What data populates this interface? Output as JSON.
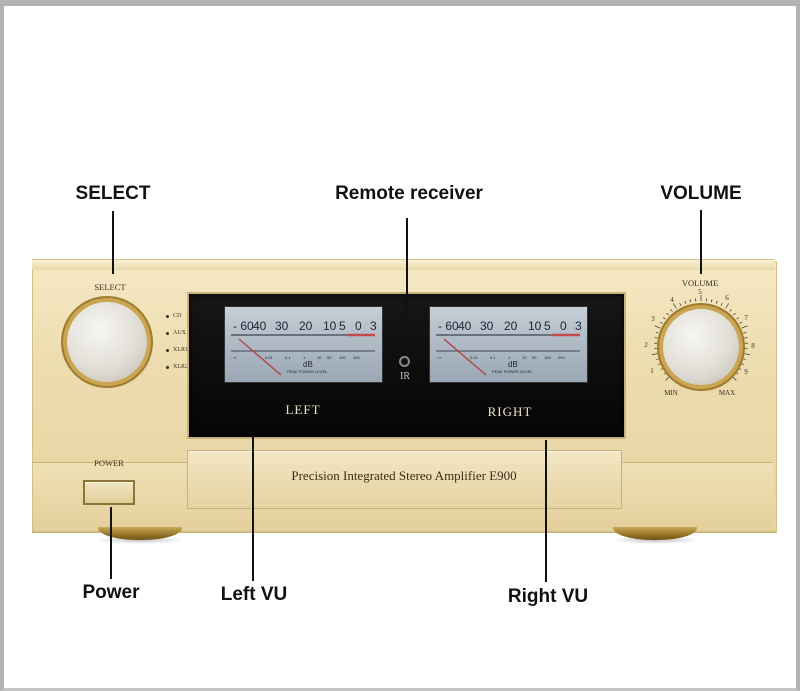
{
  "callouts": {
    "select": "SELECT",
    "remote": "Remote receiver",
    "volume": "VOLUME",
    "power": "Power",
    "left_vu": "Left VU",
    "right_vu": "Right VU"
  },
  "panel": {
    "select_label": "SELECT",
    "volume_label": "VOLUME",
    "power_label": "POWER",
    "ir_label": "IR",
    "left_label": "LEFT",
    "right_label": "RIGHT",
    "model": "Precision Integrated Stereo Amplifier E900",
    "sources": [
      "CD",
      "AUX",
      "XLR1",
      "XLR2"
    ],
    "volume_min": "MIN",
    "volume_max": "MAX",
    "volume_scale": [
      "1",
      "2",
      "3",
      "4",
      "5",
      "6",
      "7",
      "8",
      "9"
    ]
  },
  "meter": {
    "top_scale": [
      "- 60",
      "40",
      "30",
      "20",
      "10",
      "5",
      "0",
      "3"
    ],
    "bottom_scale": [
      "- ∞",
      "0.01",
      "0.1",
      "1",
      "10",
      "50",
      "100",
      "200"
    ],
    "unit": "dB",
    "caption": "PEAK POWER LEVEL"
  },
  "colors": {
    "chassis": "#ecdcae",
    "display": "#0a0a0a",
    "meter_face": "#b2bdc8",
    "gold_trim": "#caa552"
  }
}
